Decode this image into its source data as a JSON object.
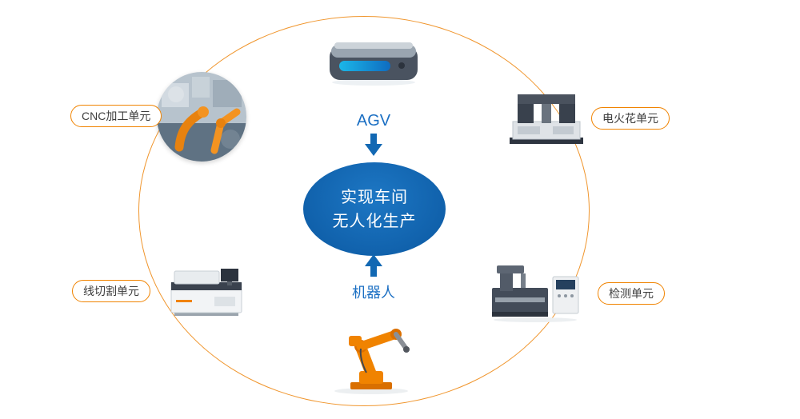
{
  "diagram": {
    "center": {
      "line1": "实现车间",
      "line2": "无人化生产"
    },
    "agv": {
      "label": "AGV"
    },
    "robot": {
      "label": "机器人"
    },
    "units": {
      "cnc": {
        "label": "CNC加工单元"
      },
      "edm": {
        "label": "电火花单元"
      },
      "wirecut": {
        "label": "线切割单元"
      },
      "inspection": {
        "label": "检测单元"
      }
    },
    "icons": {
      "arrow_down": "down-arrow",
      "arrow_up": "up-arrow"
    },
    "colors": {
      "ring_orange": "#f0962e",
      "pill_border_orange": "#f08300",
      "center_blue": "#0f5fa9",
      "label_blue": "#1b6fc3",
      "pill_text": "#3d3d3d",
      "robot_orange": "#f08300"
    }
  }
}
